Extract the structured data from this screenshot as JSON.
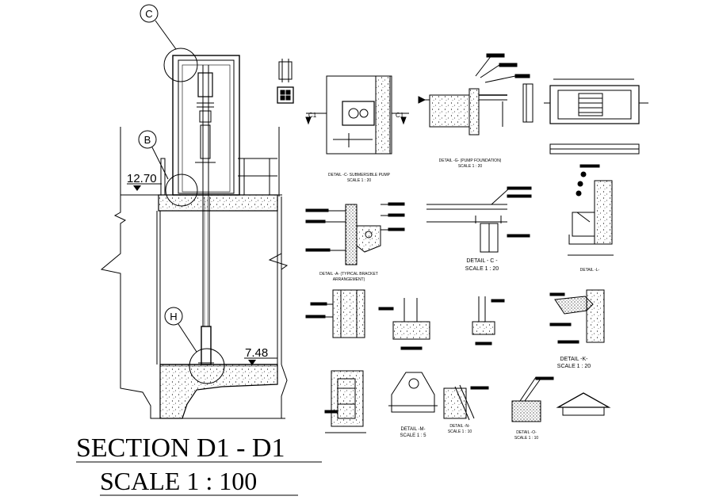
{
  "title": {
    "section": "SECTION D1 - D1",
    "scale": "SCALE 1 : 100"
  },
  "callouts": {
    "c": "C",
    "b": "B",
    "h": "H"
  },
  "levels": {
    "upper": "12.70",
    "lower": "7.48"
  },
  "section_marks": {
    "left": "C1",
    "right": "C1"
  },
  "details": {
    "submersible_pump": {
      "title": "DETAIL -C- SUBMERSIBLE PUMP",
      "scale": "SCALE 1 : 20"
    },
    "pump_foundation": {
      "title": "DETAIL -G- (PUMP FOUNDATION)",
      "scale": "SCALE 1 : 20"
    },
    "bracket": {
      "title": "DETAIL -A- (TYPICAL BRACKET",
      "subtitle": "ARRANGEMENT)"
    },
    "detail_c": {
      "title": "DETAIL - C -",
      "scale": "SCALE 1 : 20"
    },
    "detail_l": {
      "title": "DETAIL -L-"
    },
    "detail_k": {
      "title": "DETAIL -K-",
      "scale": "SCALE 1 : 20"
    },
    "detail_m": {
      "title": "DETAIL -M-",
      "scale": "SCALE 1 : 5"
    },
    "detail_n": {
      "title": "DETAIL -N-",
      "scale": "SCALE 1 : 10"
    },
    "detail_o": {
      "title": "DETAIL -O-",
      "scale": "SCALE 1 : 10"
    }
  }
}
